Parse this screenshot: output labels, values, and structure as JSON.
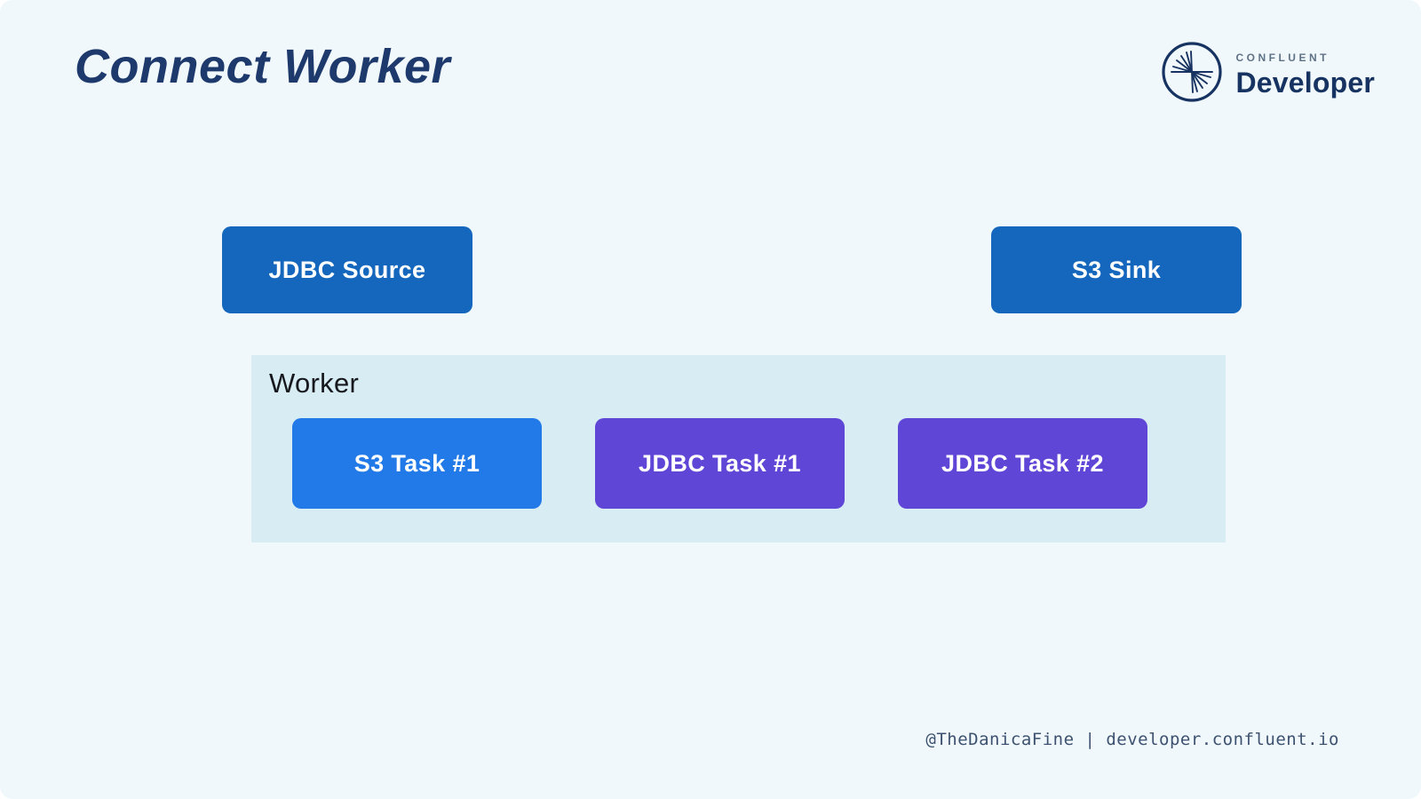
{
  "slide": {
    "title": "Connect Worker",
    "footer": {
      "text": "@TheDanicaFine | developer.confluent.io"
    },
    "logo": {
      "brand": "CONFLUENT",
      "product": "Developer"
    }
  },
  "diagram": {
    "connectors": [
      {
        "id": "jdbc-source",
        "label": "JDBC Source",
        "color": "#1467bd"
      },
      {
        "id": "s3-sink",
        "label": "S3 Sink",
        "color": "#1467bd"
      }
    ],
    "worker": {
      "label": "Worker",
      "bg": "#d8ecf3",
      "tasks": [
        {
          "id": "s3-task-1",
          "label": "S3 Task #1",
          "color": "#2279e8"
        },
        {
          "id": "jdbc-task-1",
          "label": "JDBC Task #1",
          "color": "#6046d6"
        },
        {
          "id": "jdbc-task-2",
          "label": "JDBC Task #2",
          "color": "#6046d6"
        }
      ]
    }
  },
  "colors": {
    "slide_background": "#f0f8fb",
    "title_text": "#1e3a6d",
    "logo_navy": "#173361",
    "footer_text": "#3d5270"
  }
}
